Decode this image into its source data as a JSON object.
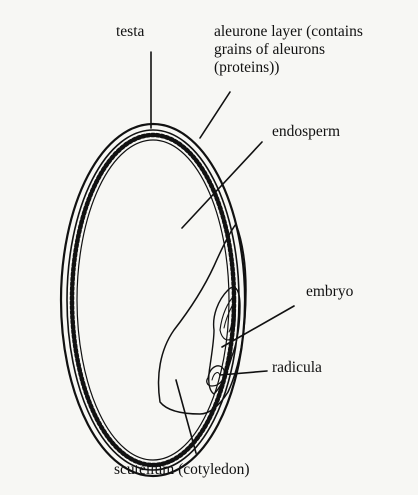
{
  "labels": {
    "testa": "testa",
    "aleurone_line1": "aleurone layer (contains",
    "aleurone_line2": "grains of aleurons",
    "aleurone_line3": "(proteins))",
    "endosperm": "endosperm",
    "embryo": "embryo",
    "radicula": "radicula",
    "scutellum": "scutellum (cotyledon)"
  }
}
